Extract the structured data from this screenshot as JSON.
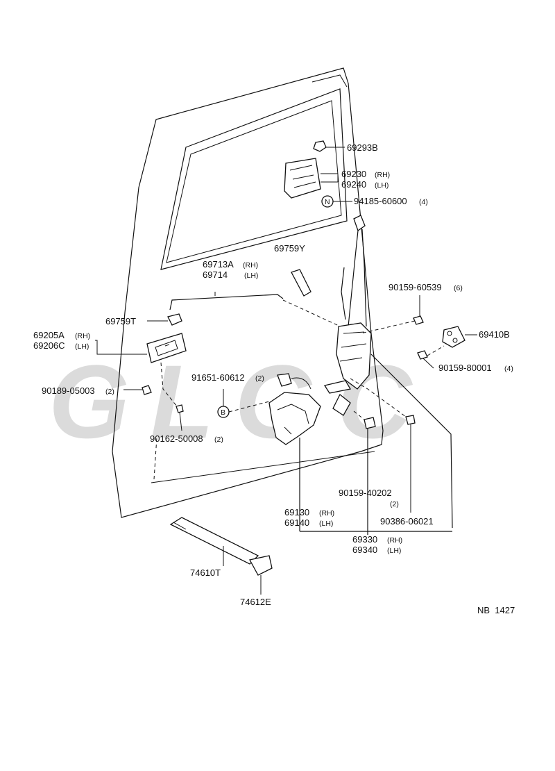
{
  "diagram": {
    "watermark": "GLGC",
    "footer_code": "NB  1427",
    "parts": {
      "p69293B": {
        "num": "69293B"
      },
      "p69230": {
        "num": "69230",
        "qual": "(RH)"
      },
      "p69240": {
        "num": "69240",
        "qual": "(LH)"
      },
      "p94185": {
        "num": "94185-60600",
        "qty": "(4)",
        "marker": "N"
      },
      "p69759Y": {
        "num": "69759Y"
      },
      "p69713A": {
        "num": "69713A",
        "qual": "(RH)"
      },
      "p69714": {
        "num": "69714",
        "qual": "(LH)"
      },
      "p90159_60539": {
        "num": "90159-60539",
        "qty": "(6)"
      },
      "p69759T": {
        "num": "69759T"
      },
      "p69205A": {
        "num": "69205A",
        "qual": "(RH)"
      },
      "p69206C": {
        "num": "69206C",
        "qual": "(LH)"
      },
      "p69410B": {
        "num": "69410B"
      },
      "p90159_80001": {
        "num": "90159-80001",
        "qty": "(4)"
      },
      "p91651": {
        "num": "91651-60612",
        "qty": "(2)",
        "marker": "B"
      },
      "p90189": {
        "num": "90189-05003",
        "qty": "(2)"
      },
      "p90162": {
        "num": "90162-50008",
        "qty": "(2)"
      },
      "p90159_40202": {
        "num": "90159-40202",
        "qty": "(2)"
      },
      "p69130": {
        "num": "69130",
        "qual": "(RH)"
      },
      "p69140": {
        "num": "69140",
        "qual": "(LH)"
      },
      "p90386": {
        "num": "90386-06021"
      },
      "p69330": {
        "num": "69330",
        "qual": "(RH)"
      },
      "p69340": {
        "num": "69340",
        "qual": "(LH)"
      },
      "p74610T": {
        "num": "74610T"
      },
      "p74612E": {
        "num": "74612E"
      }
    }
  }
}
